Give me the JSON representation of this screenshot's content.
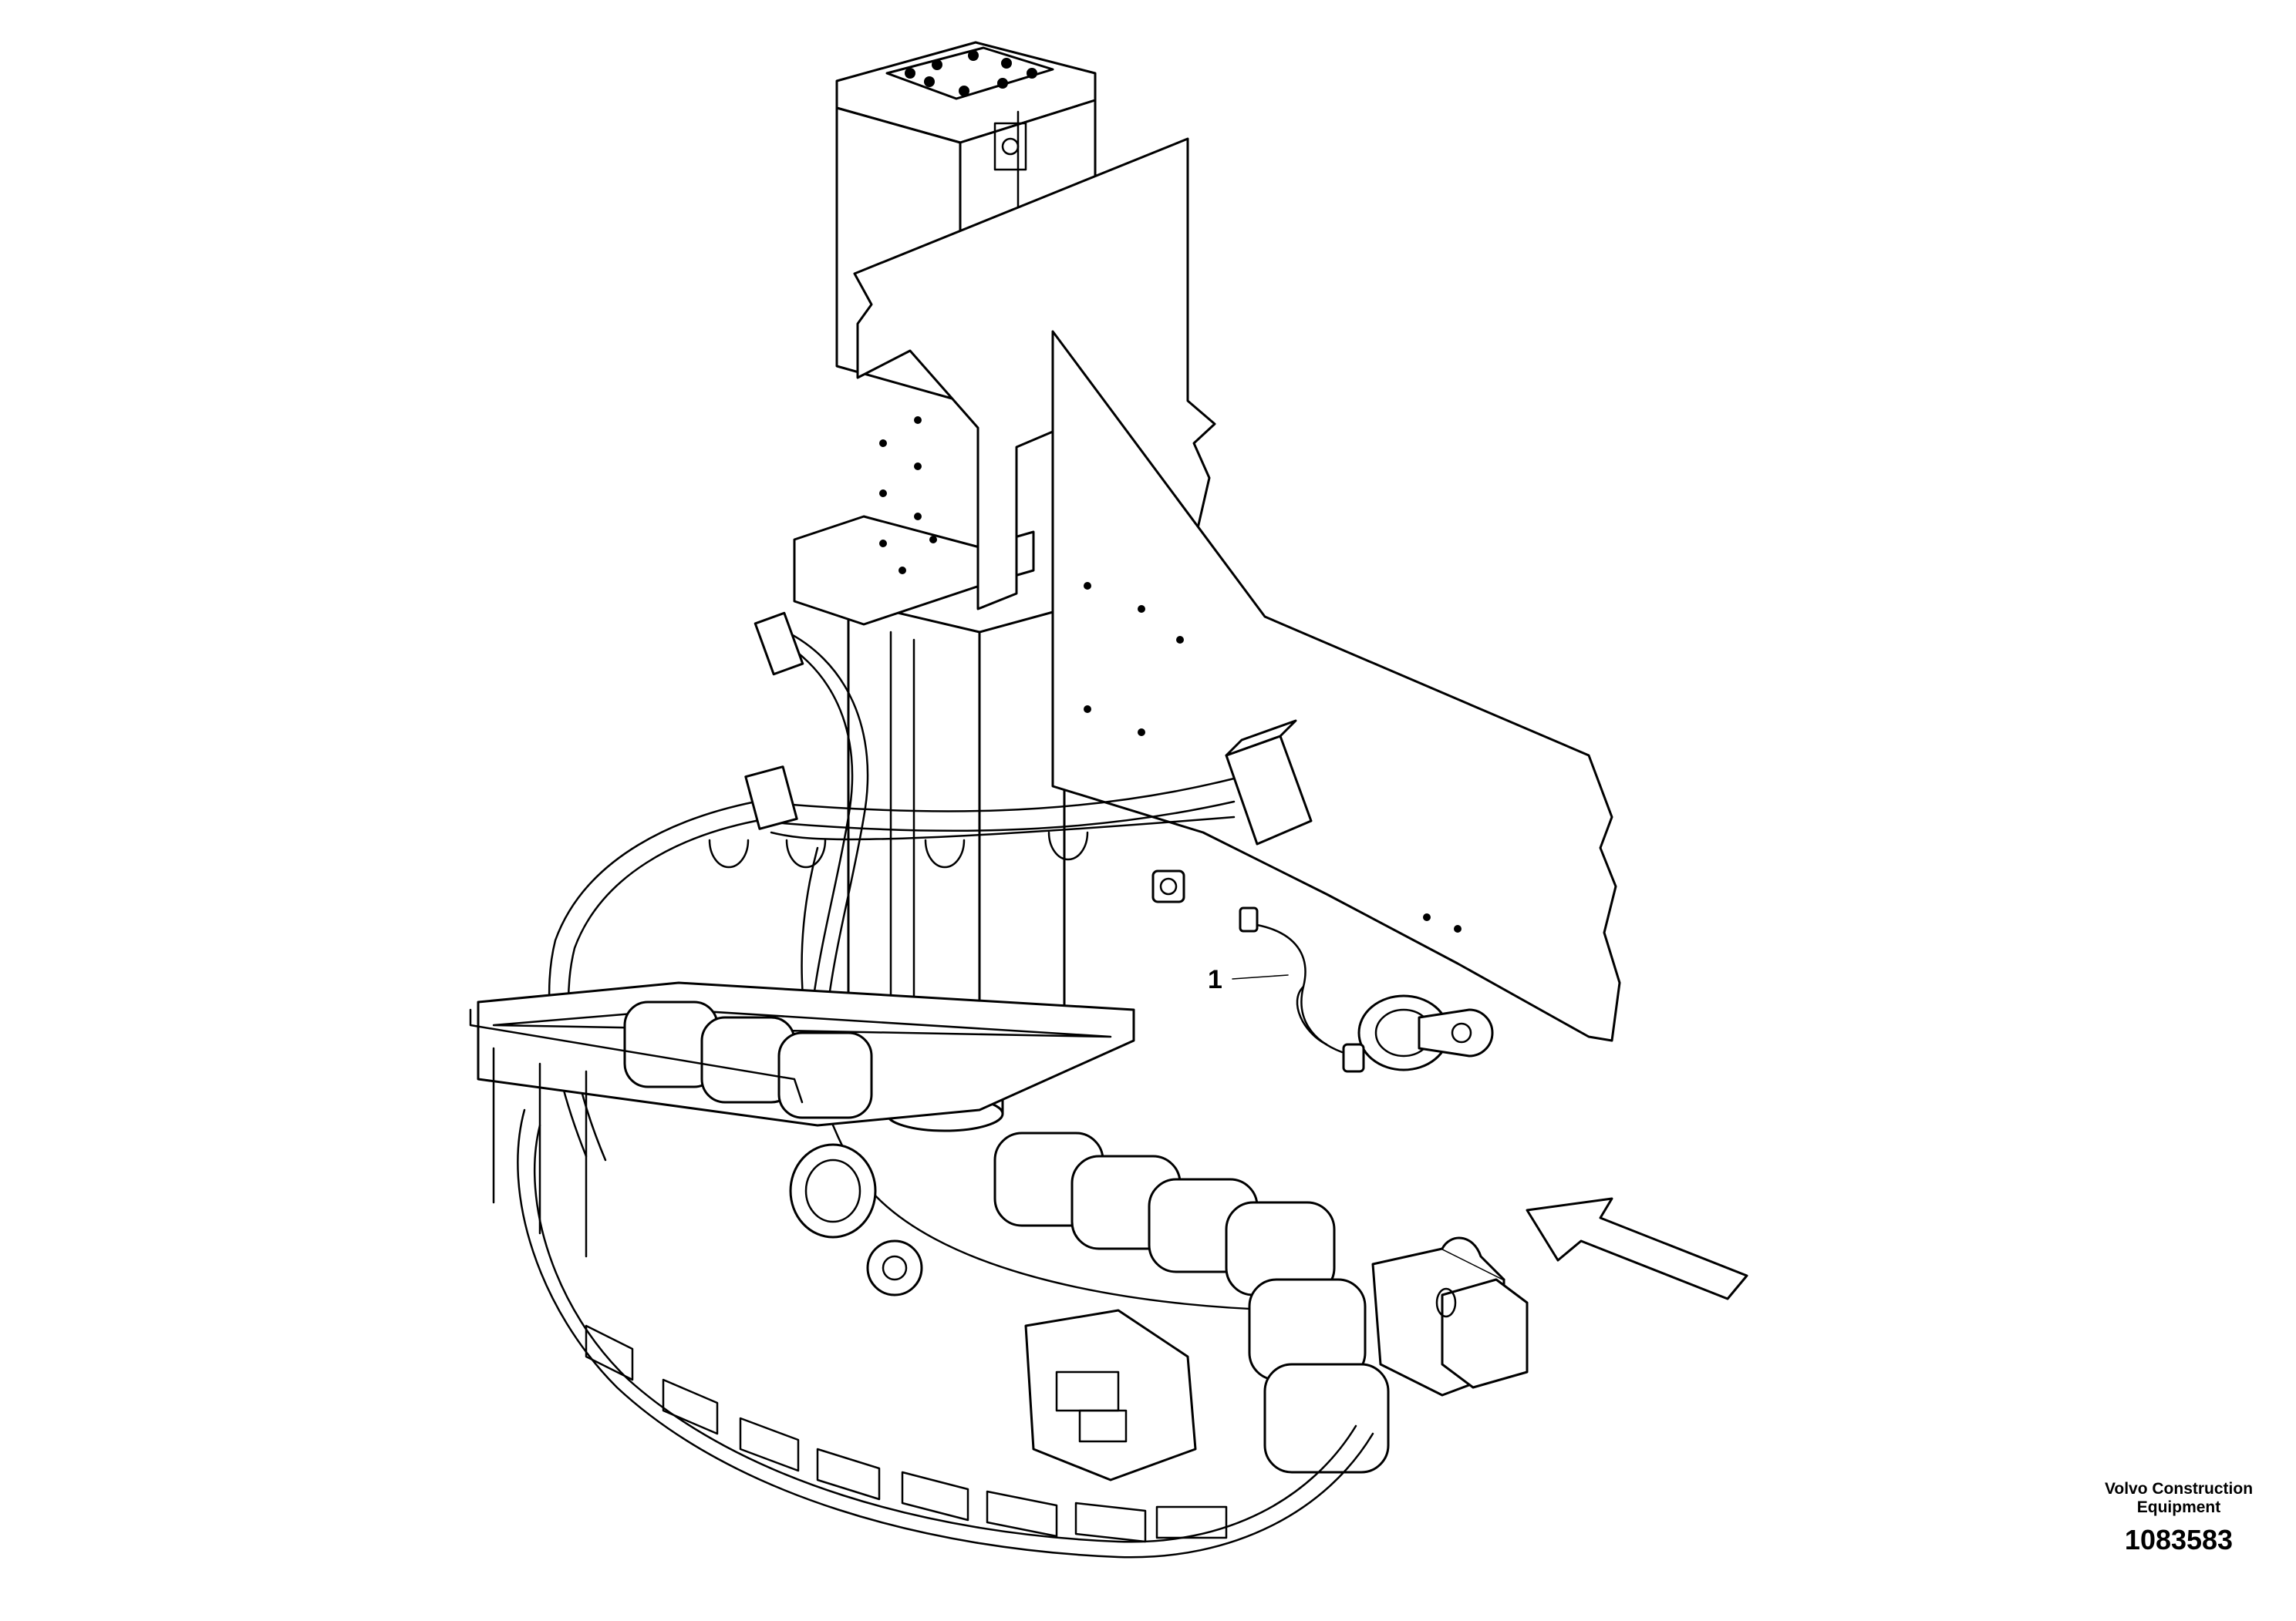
{
  "callout": {
    "label": "1"
  },
  "footer": {
    "brand_line1": "Volvo Construction",
    "brand_line2": "Equipment",
    "drawing_number": "1083583"
  },
  "icons": {
    "direction_arrow": "arrow-left-up-icon"
  },
  "colors": {
    "line": "#000000",
    "background": "#ffffff"
  }
}
